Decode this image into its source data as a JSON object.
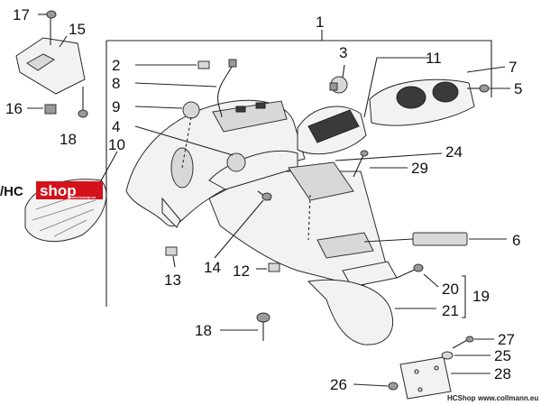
{
  "callouts": [
    "1",
    "2",
    "3",
    "4",
    "5",
    "6",
    "7",
    "8",
    "9",
    "10",
    "11",
    "12",
    "13",
    "14",
    "15",
    "16",
    "17",
    "18",
    "18",
    "19",
    "20",
    "21",
    "24",
    "25",
    "26",
    "27",
    "28",
    "29"
  ],
  "logo": {
    "prefix": "/HC",
    "word": "shop",
    "tagline": "www.hcshop.eu"
  },
  "footer": {
    "shop": "HCShop",
    "url": "www.collmann.eu"
  },
  "colors": {
    "brand_red": "#d3121b",
    "line": "#222222"
  }
}
